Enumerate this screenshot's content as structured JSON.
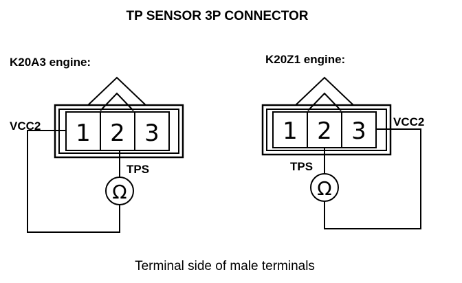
{
  "title": "TP SENSOR 3P CONNECTOR",
  "caption": "Terminal side of male terminals",
  "ohmmeter_symbol": "Ω",
  "connectors": [
    {
      "engine_label": "K20A3 engine:",
      "pins": [
        "1",
        "2",
        "3"
      ],
      "vcc_label": "VCC2",
      "vcc_side": "left",
      "tps_label": "TPS"
    },
    {
      "engine_label": "K20Z1 engine:",
      "pins": [
        "1",
        "2",
        "3"
      ],
      "vcc_label": "VCC2",
      "vcc_side": "right",
      "tps_label": "TPS"
    }
  ]
}
